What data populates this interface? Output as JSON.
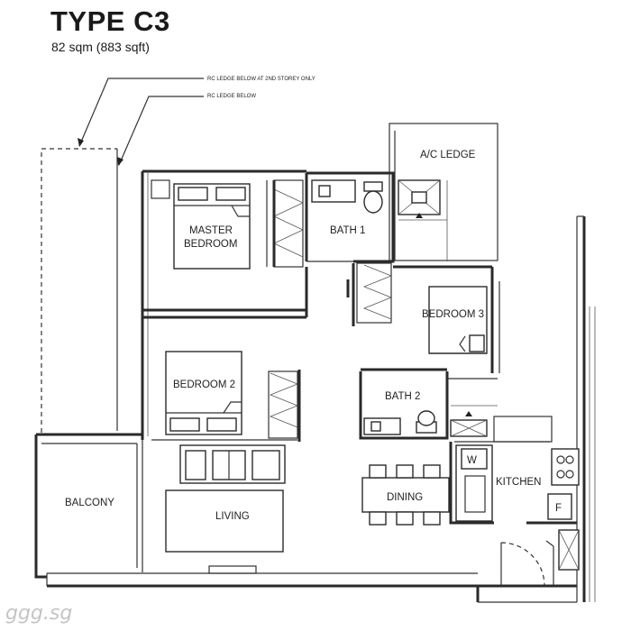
{
  "header": {
    "title": "TYPE C3",
    "area": "82 sqm (883 sqft)"
  },
  "notes": {
    "ledge_2nd_storey": "RC LEDGE BELOW AT 2ND STOREY ONLY",
    "ledge_below": "RC LEDGE BELOW"
  },
  "rooms": {
    "ac_ledge": "A/C LEDGE",
    "bath1": "BATH 1",
    "master_bedroom_line1": "MASTER",
    "master_bedroom_line2": "BEDROOM",
    "bedroom3": "BEDROOM 3",
    "bedroom2": "BEDROOM 2",
    "bath2": "BATH 2",
    "balcony": "BALCONY",
    "dining": "DINING",
    "living": "LIVING",
    "kitchen": "KITCHEN"
  },
  "appliances": {
    "washer": "W",
    "fridge": "F"
  },
  "watermark": "ggg.sg"
}
